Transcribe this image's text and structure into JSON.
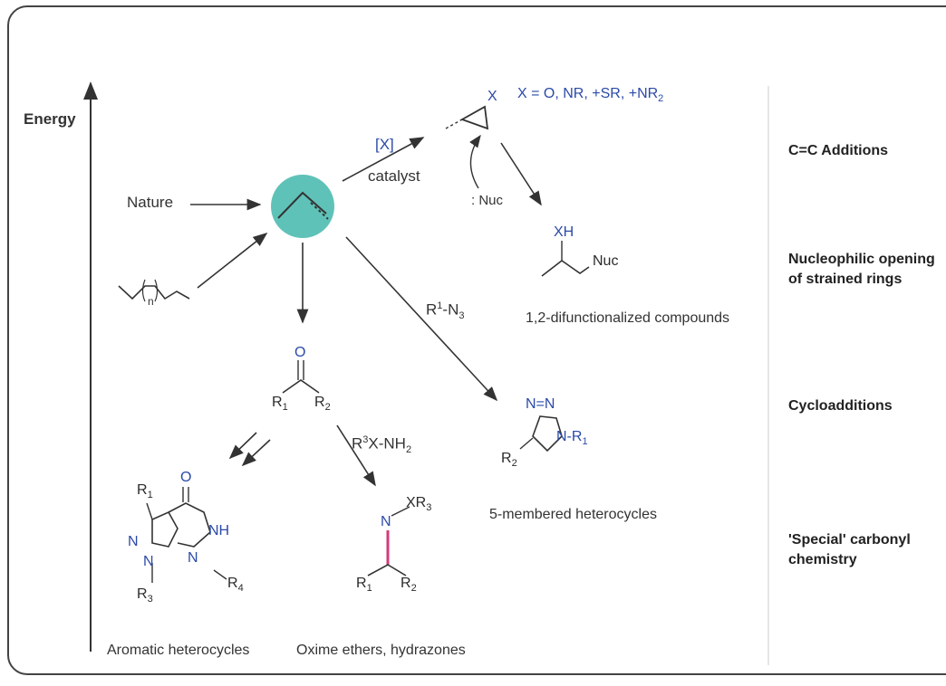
{
  "axis": {
    "label": "Energy"
  },
  "sources": {
    "nature": "Nature",
    "alkane_n": "n"
  },
  "reagents": {
    "x_reagent": "[X]",
    "catalyst": "catalyst",
    "x_def_prefix": "X = O, NR, ",
    "x_def_s": "+SR, ",
    "x_def_n": "+NR",
    "x_def_sub": "2",
    "nuc": ": Nuc",
    "azide_r": "R",
    "azide_sup": "1",
    "azide_n": "-N",
    "azide_sub": "3",
    "hydrazine_r": "R",
    "hydrazine_sup": "3",
    "hydrazine_rest": "X-NH",
    "hydrazine_sub": "2"
  },
  "atoms": {
    "X": "X",
    "XH": "XH",
    "Nuc": "Nuc",
    "O": "O",
    "O2": "O",
    "NH": "NH",
    "N": "N",
    "N1": "N",
    "N2": "N",
    "R": "R",
    "sub1": "1",
    "sub2": "2",
    "sub3": "3",
    "sub4": "4",
    "NN": "N=N",
    "N_R": "N-R",
    "XR": "XR"
  },
  "products": {
    "difunc": "1,2-difunctionalized compounds",
    "five_membered": "5-membered heterocycles",
    "aromatic": "Aromatic heterocycles",
    "oxime": "Oxime ethers, hydrazones"
  },
  "categories": {
    "cc": "C=C Additions",
    "nucleophilic_1": "Nucleophilic opening",
    "nucleophilic_2": "of strained rings",
    "cycloadd": "Cycloadditions",
    "special_1": "'Special' carbonyl",
    "special_2": "chemistry"
  },
  "colors": {
    "alkene_circle": "#5fc2b8",
    "heteroatom": "#2b4aa8",
    "double_bond": "#d63a7a"
  }
}
